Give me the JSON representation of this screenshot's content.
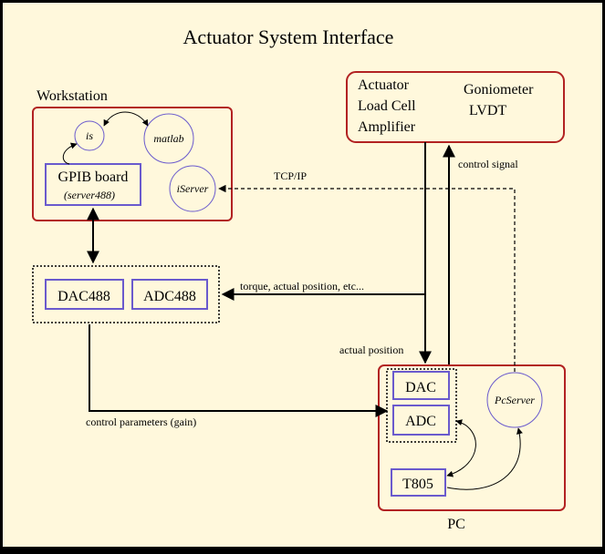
{
  "title": "Actuator System Interface",
  "colors": {
    "background": "#fff8dc",
    "frame": "#000000",
    "red_box": "#b22222",
    "blue_box": "#6a5acd",
    "line": "#000000"
  },
  "workstation": {
    "label": "Workstation",
    "is_node": "is",
    "matlab_node": "matlab",
    "iserver_node": "iServer",
    "gpib_title": "GPIB board",
    "gpib_subtitle": "(server488)"
  },
  "hardware": {
    "actuator": "Actuator",
    "load_cell": "Load Cell",
    "amplifier": "Amplifier",
    "goniometer": "Goniometer",
    "lvdt": "LVDT"
  },
  "converters": {
    "dac488": "DAC488",
    "adc488": "ADC488"
  },
  "pc": {
    "label": "PC",
    "dac": "DAC",
    "adc": "ADC",
    "t805": "T805",
    "pcserver": "PcServer"
  },
  "connections": {
    "tcpip": "TCP/IP",
    "control_signal": "control signal",
    "torque": "torque, actual position, etc...",
    "actual_position": "actual position",
    "control_parameters": "control parameters (gain)"
  }
}
